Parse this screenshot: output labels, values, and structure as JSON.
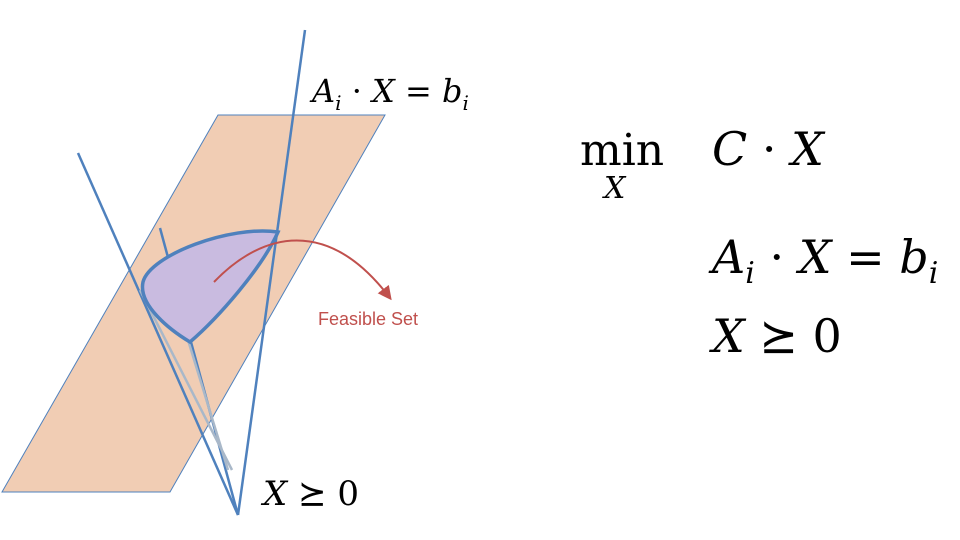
{
  "diagram": {
    "constraint_label": {
      "lhs": "A",
      "sub": "i",
      "dot": " · ",
      "var": "X",
      "eq": " = ",
      "rhs": "b",
      "rhs_sub": "i"
    },
    "psd_label": {
      "var": "X",
      "rel": " ⪰ ",
      "val": "0"
    },
    "feasible_label": "Feasible Set",
    "colors": {
      "plane_fill": "#f1cdb4",
      "plane_edge": "#4f81bd",
      "cone_line": "#4f81bd",
      "set_fill": "#c9bbe0",
      "arrow": "#c0504d"
    }
  },
  "formula": {
    "min_word": "min",
    "min_under": "X",
    "objective": {
      "c": "C",
      "dot": " · ",
      "x": "X"
    },
    "constraint": {
      "a": "A",
      "sub": "i",
      "dot": " · ",
      "x": "X",
      "eq": " = ",
      "b": "b",
      "bsub": "i"
    },
    "psd": {
      "x": "X",
      "rel": " ⪰ ",
      "zero": "0"
    }
  }
}
